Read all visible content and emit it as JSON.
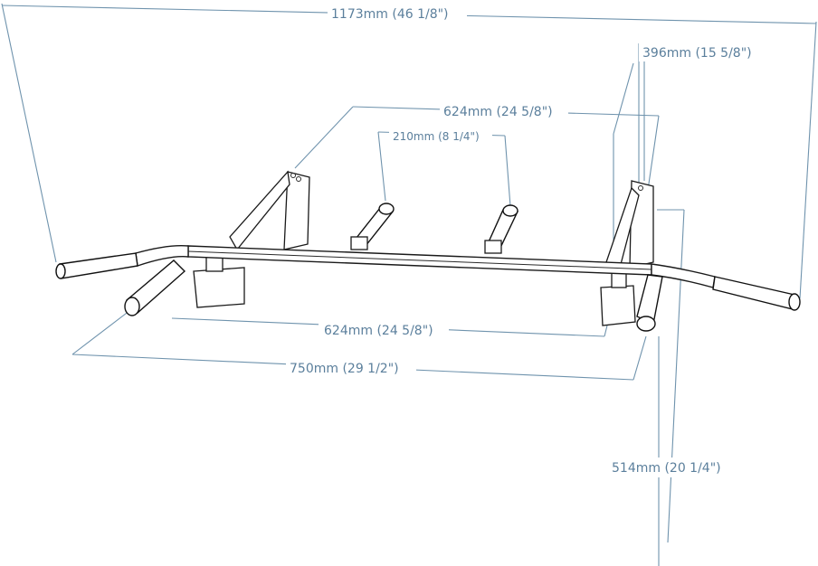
{
  "dimensions": {
    "overall_width": "1173mm (46 1/8\")",
    "depth": "396mm (15 5/8\")",
    "inner_span_top": "624mm (24 5/8\")",
    "handle_spacing": "210mm (8 1/4\")",
    "inner_span_bottom": "624mm (24 5/8\")",
    "mount_width": "750mm (29 1/2\")",
    "wall_height": "514mm (20 1/4\")"
  },
  "colors": {
    "dimension": "#6f93ad",
    "outline": "#1a1a1a",
    "background": "#ffffff"
  }
}
